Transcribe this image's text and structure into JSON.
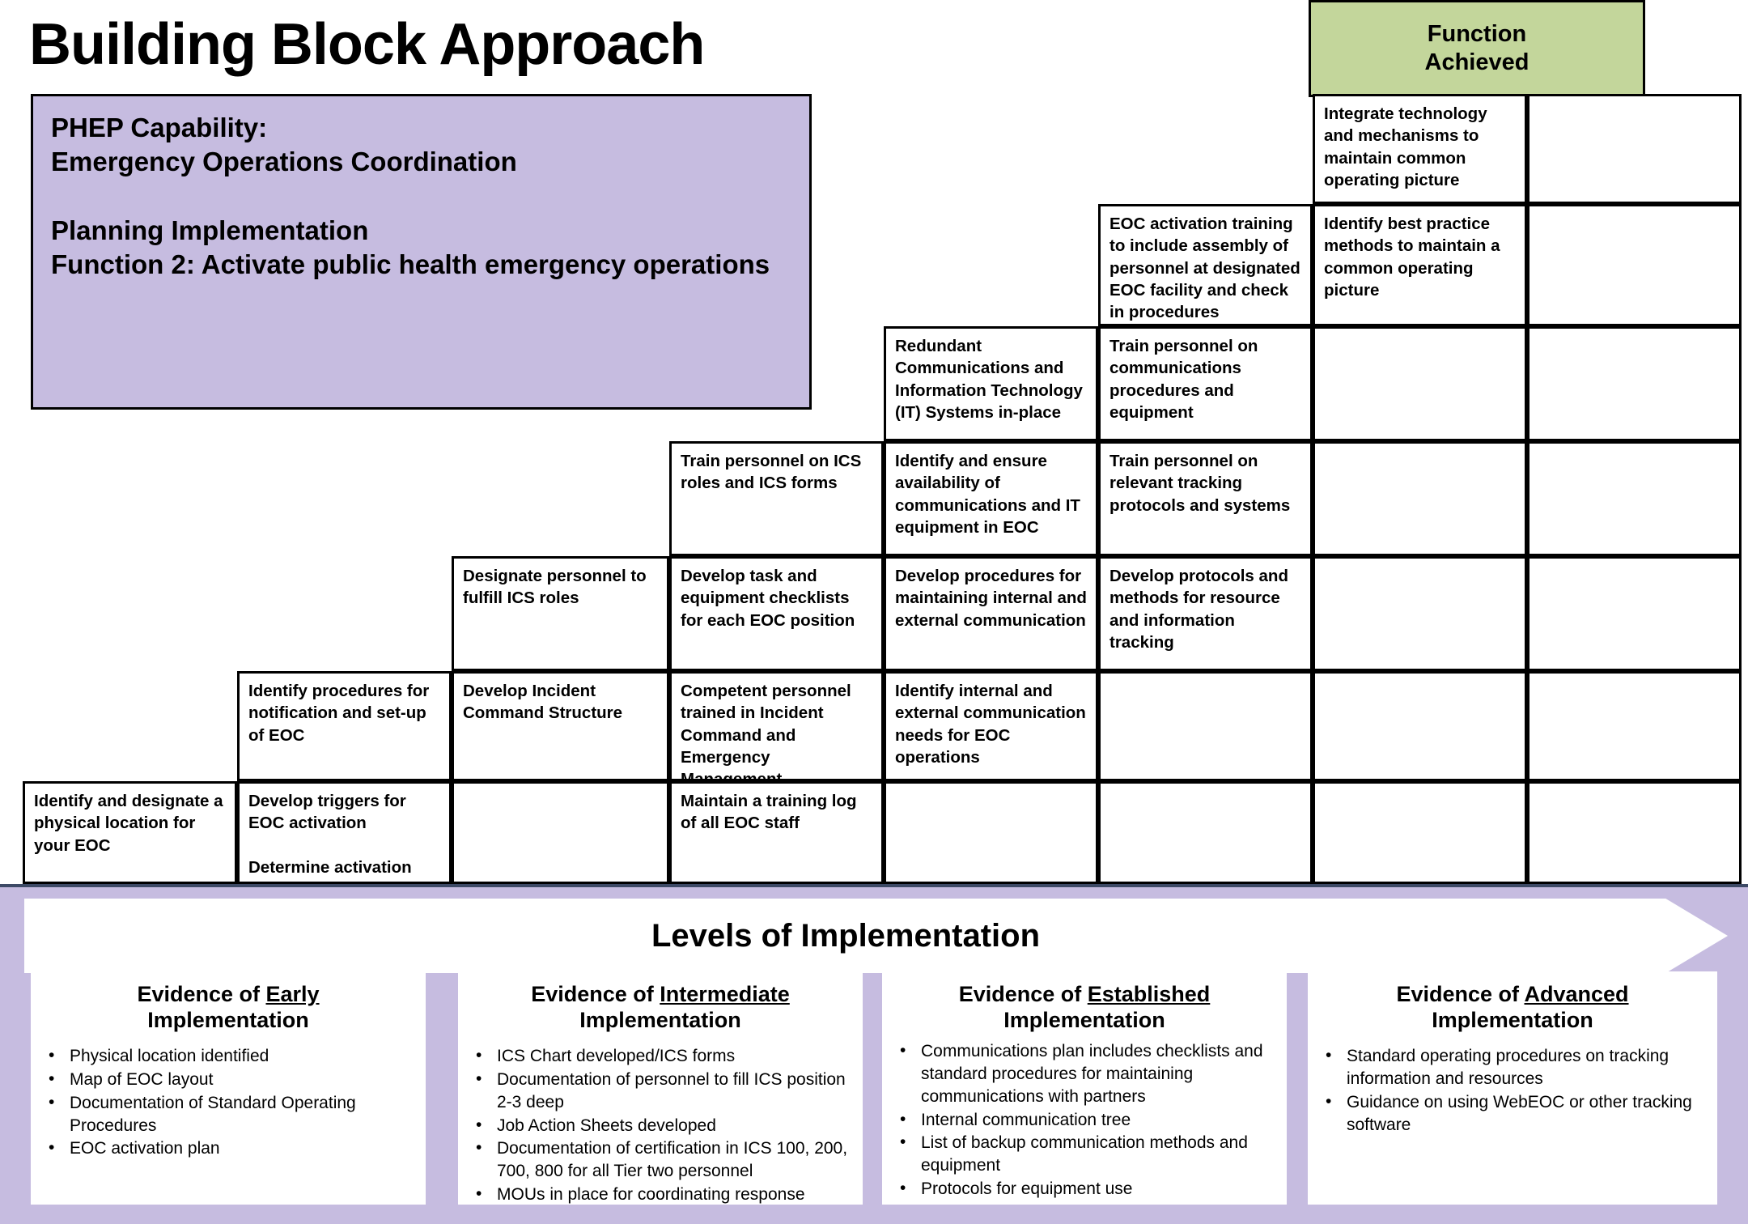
{
  "title": "Building Block Approach",
  "function_achieved_header": "Function\nAchieved",
  "colors": {
    "header_green": "#c3d69b",
    "capability_purple": "#c6bce0",
    "panel_purple": "#c6bce0",
    "panel_border": "#3d4a66",
    "grid_line": "#000000"
  },
  "capability_box": {
    "text": "PHEP Capability:\nEmergency Operations Coordination\n\nPlanning Implementation\nFunction 2: Activate public health emergency operations"
  },
  "grid": {
    "columns": 8,
    "rows": 8,
    "cells": [
      {
        "row": 0,
        "col": 6,
        "text": "Integrate technology and mechanisms to maintain common operating picture"
      },
      {
        "row": 0,
        "col": 7,
        "text": ""
      },
      {
        "row": 1,
        "col": 5,
        "text": "EOC activation training to include assembly of personnel at designated EOC facility and check in procedures"
      },
      {
        "row": 1,
        "col": 6,
        "text": "Identify best practice methods to maintain a common operating picture"
      },
      {
        "row": 1,
        "col": 7,
        "text": ""
      },
      {
        "row": 2,
        "col": 4,
        "text": "Redundant Communications and Information Technology (IT) Systems in-place"
      },
      {
        "row": 2,
        "col": 5,
        "text": "Train personnel on communications procedures and equipment"
      },
      {
        "row": 2,
        "col": 6,
        "text": ""
      },
      {
        "row": 2,
        "col": 7,
        "text": ""
      },
      {
        "row": 3,
        "col": 3,
        "text": "Train personnel on ICS roles and ICS forms"
      },
      {
        "row": 3,
        "col": 4,
        "text": "Identify and ensure availability of communications and IT equipment in EOC"
      },
      {
        "row": 3,
        "col": 5,
        "text": "Train personnel on relevant tracking protocols and systems"
      },
      {
        "row": 3,
        "col": 6,
        "text": ""
      },
      {
        "row": 3,
        "col": 7,
        "text": ""
      },
      {
        "row": 4,
        "col": 2,
        "text": "Designate personnel to fulfill ICS roles"
      },
      {
        "row": 4,
        "col": 3,
        "text": "Develop task and equipment checklists for each EOC position"
      },
      {
        "row": 4,
        "col": 4,
        "text": "Develop procedures for maintaining internal and external communication"
      },
      {
        "row": 4,
        "col": 5,
        "text": "Develop protocols and methods for resource and information tracking"
      },
      {
        "row": 4,
        "col": 6,
        "text": ""
      },
      {
        "row": 4,
        "col": 7,
        "text": ""
      },
      {
        "row": 5,
        "col": 1,
        "text": "Identify procedures for notification and set-up of EOC"
      },
      {
        "row": 5,
        "col": 2,
        "text": "Develop Incident Command Structure"
      },
      {
        "row": 5,
        "col": 3,
        "text": "Competent personnel trained in Incident Command and Emergency Management Operations"
      },
      {
        "row": 5,
        "col": 4,
        "text": "Identify internal and external communication needs for EOC operations"
      },
      {
        "row": 5,
        "col": 5,
        "text": ""
      },
      {
        "row": 5,
        "col": 6,
        "text": ""
      },
      {
        "row": 5,
        "col": 7,
        "text": ""
      },
      {
        "row": 6,
        "col": 0,
        "text": "Identify and designate a physical location for your EOC"
      },
      {
        "row": 6,
        "col": 1,
        "text": "Develop triggers for EOC activation\n\nDetermine  activation"
      },
      {
        "row": 6,
        "col": 2,
        "text": ""
      },
      {
        "row": 6,
        "col": 3,
        "text": "Maintain a training log of all EOC staff"
      },
      {
        "row": 6,
        "col": 4,
        "text": ""
      },
      {
        "row": 6,
        "col": 5,
        "text": ""
      },
      {
        "row": 6,
        "col": 6,
        "text": ""
      },
      {
        "row": 6,
        "col": 7,
        "text": ""
      }
    ]
  },
  "levels_banner": {
    "label": "Levels of Implementation"
  },
  "evidence": [
    {
      "title_prefix": "Evidence of ",
      "title_level": "Early",
      "title_suffix": "Implementation",
      "items": [
        "Physical location identified",
        "Map of EOC layout",
        "Documentation of Standard Operating Procedures",
        "EOC activation plan"
      ]
    },
    {
      "title_prefix": "Evidence of ",
      "title_level": "Intermediate",
      "title_suffix": "Implementation",
      "items": [
        "ICS Chart developed/ICS forms",
        "Documentation of personnel to fill ICS position 2-3 deep",
        "Job Action Sheets developed",
        "Documentation of certification in ICS 100, 200, 700, 800 for all Tier two personnel",
        "MOUs in place for coordinating response"
      ]
    },
    {
      "title_prefix": "Evidence of ",
      "title_level": "Established",
      "title_suffix": "Implementation",
      "items": [
        "Communications plan includes checklists and standard procedures for maintaining communications with partners",
        "Internal communication tree",
        "List of backup communication methods and equipment",
        "Protocols for equipment use"
      ]
    },
    {
      "title_prefix": "Evidence of ",
      "title_level": "Advanced",
      "title_suffix": "Implementation",
      "items": [
        "Standard operating procedures on tracking information and resources",
        "Guidance on using WebEOC or other tracking software"
      ]
    }
  ]
}
